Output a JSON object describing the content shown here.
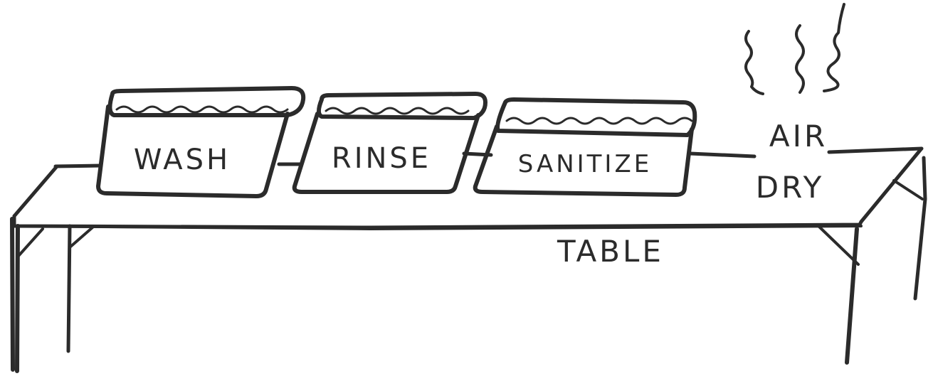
{
  "diagram": {
    "ink_color": "#2b2b2b",
    "background": "#ffffff",
    "basins": [
      {
        "id": "wash",
        "label": "WASH"
      },
      {
        "id": "rinse",
        "label": "RINSE"
      },
      {
        "id": "sanitize",
        "label": "SANITIZE"
      }
    ],
    "air_dry": {
      "line1": "AIR",
      "line2": "DRY",
      "icon": "steam-wavy-lines"
    },
    "table_label": "TABLE"
  }
}
